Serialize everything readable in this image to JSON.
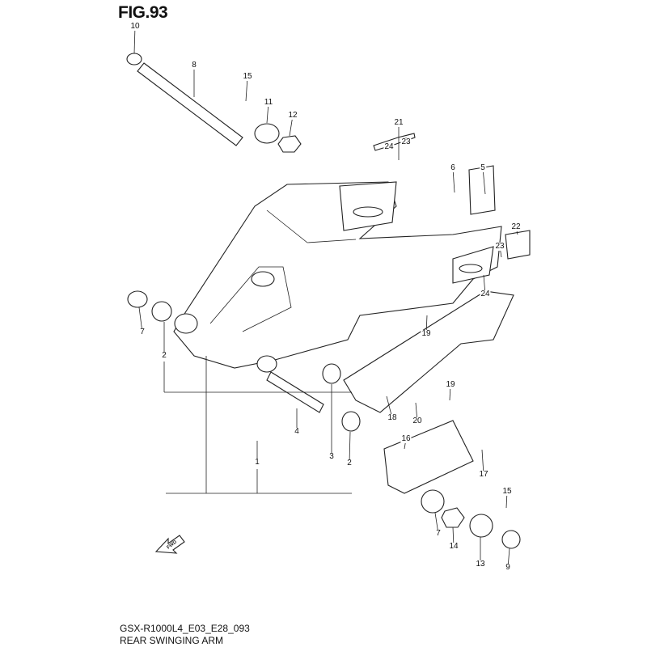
{
  "figure": {
    "title": "FIG.93",
    "code": "GSX-R1000L4_E03_E28_093",
    "name": "REAR SWINGING ARM",
    "fwd_label": "FWD"
  },
  "callouts": [
    "10",
    "8",
    "15",
    "11",
    "12",
    "21",
    "24",
    "23",
    "6",
    "5",
    "22",
    "23",
    "24",
    "7",
    "2",
    "19",
    "19",
    "18",
    "20",
    "16",
    "4",
    "3",
    "2",
    "1",
    "17",
    "15",
    "7",
    "14",
    "13",
    "9"
  ]
}
